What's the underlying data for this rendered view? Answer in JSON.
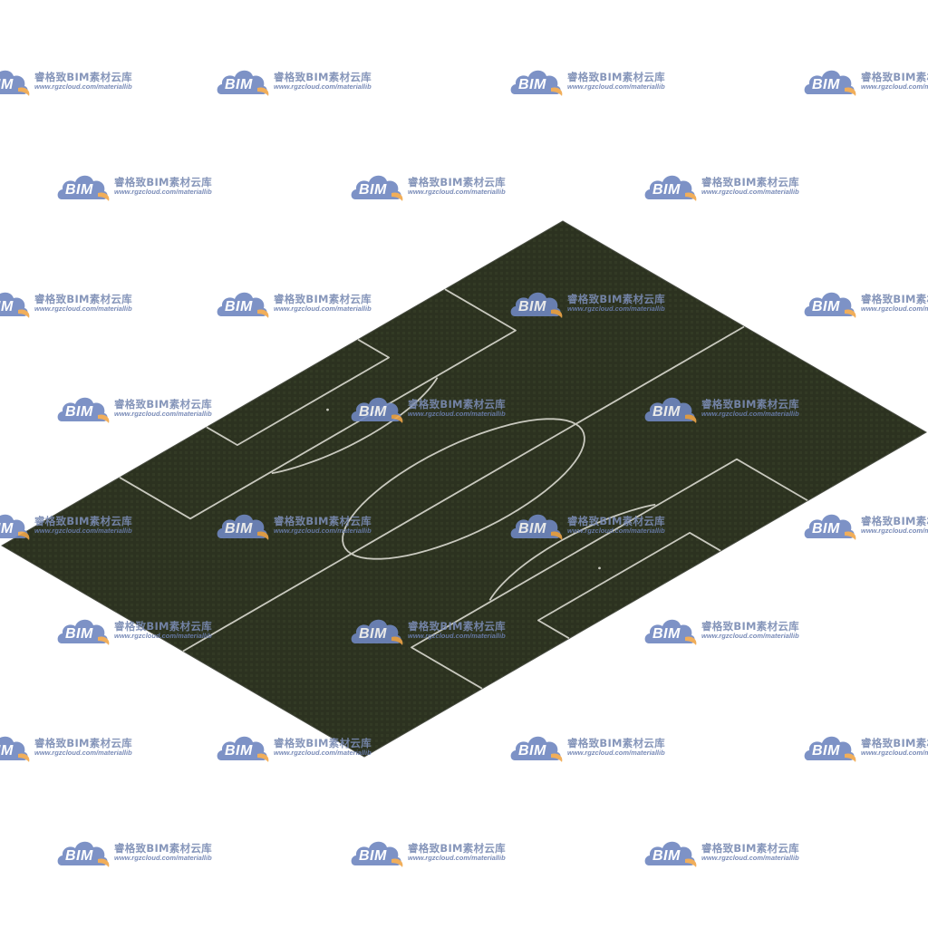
{
  "field": {
    "turf_color": "#2c3220",
    "turf_stripe_color": "#333a25",
    "line_color": "#c9c9bf"
  },
  "watermark": {
    "brand": "BIM",
    "title": "睿格致BIM素材云库",
    "url": "www.rgzcloud.com/materiallib",
    "title_color": "#7a8bb3",
    "url_color": "#6b7fb0",
    "cloud_color": "#6f87c0",
    "accent_color": "#f0a649",
    "icon": "cloud-logo-icon"
  }
}
